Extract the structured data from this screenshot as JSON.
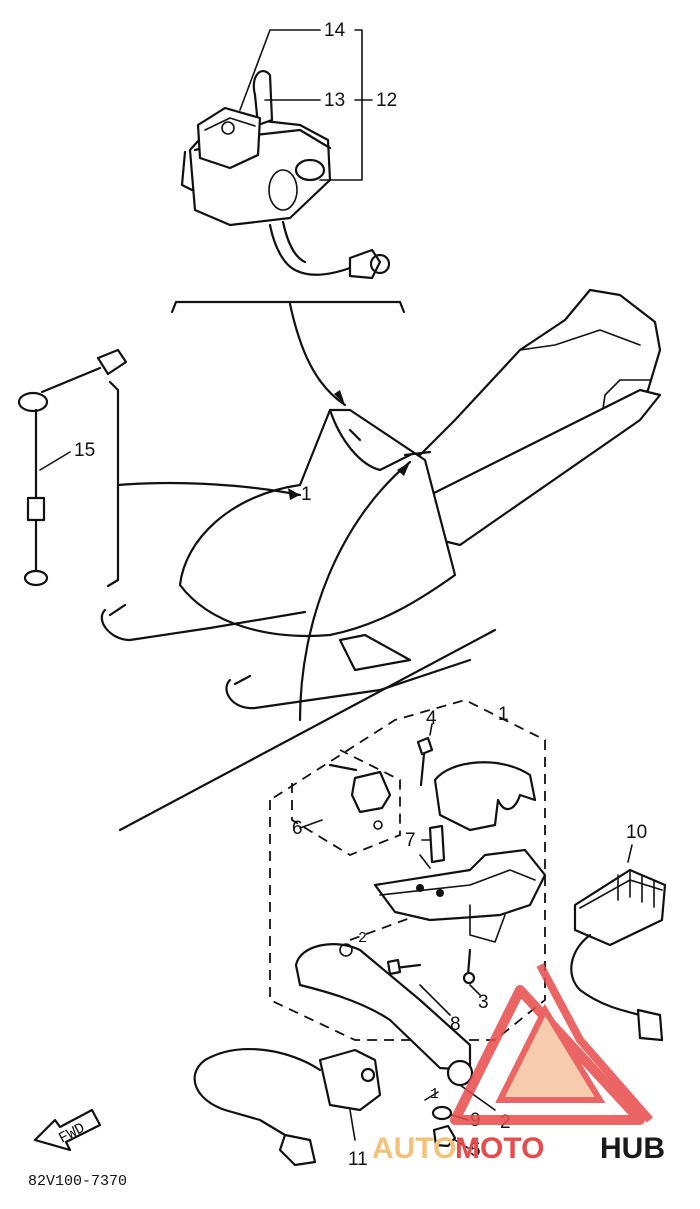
{
  "callouts": {
    "n1": "1",
    "n1b": "1",
    "n1c": "1",
    "n2": "2",
    "n2b": "2",
    "n3": "3",
    "n4": "4",
    "n5": "5",
    "n6": "6",
    "n7": "7",
    "n8": "8",
    "n9": "9",
    "n10": "10",
    "n11": "11",
    "n12": "12",
    "n13": "13",
    "n14": "14",
    "n15": "15"
  },
  "fwd_label": "FWD",
  "drawing_code": "82V100-7370",
  "watermark": {
    "part1": "AUTO",
    "part2": "MOTO",
    "part3": "HUB"
  },
  "colors": {
    "ink": "#111111",
    "watermark_red": "#e84b4b",
    "watermark_orange": "#f3c27a"
  }
}
